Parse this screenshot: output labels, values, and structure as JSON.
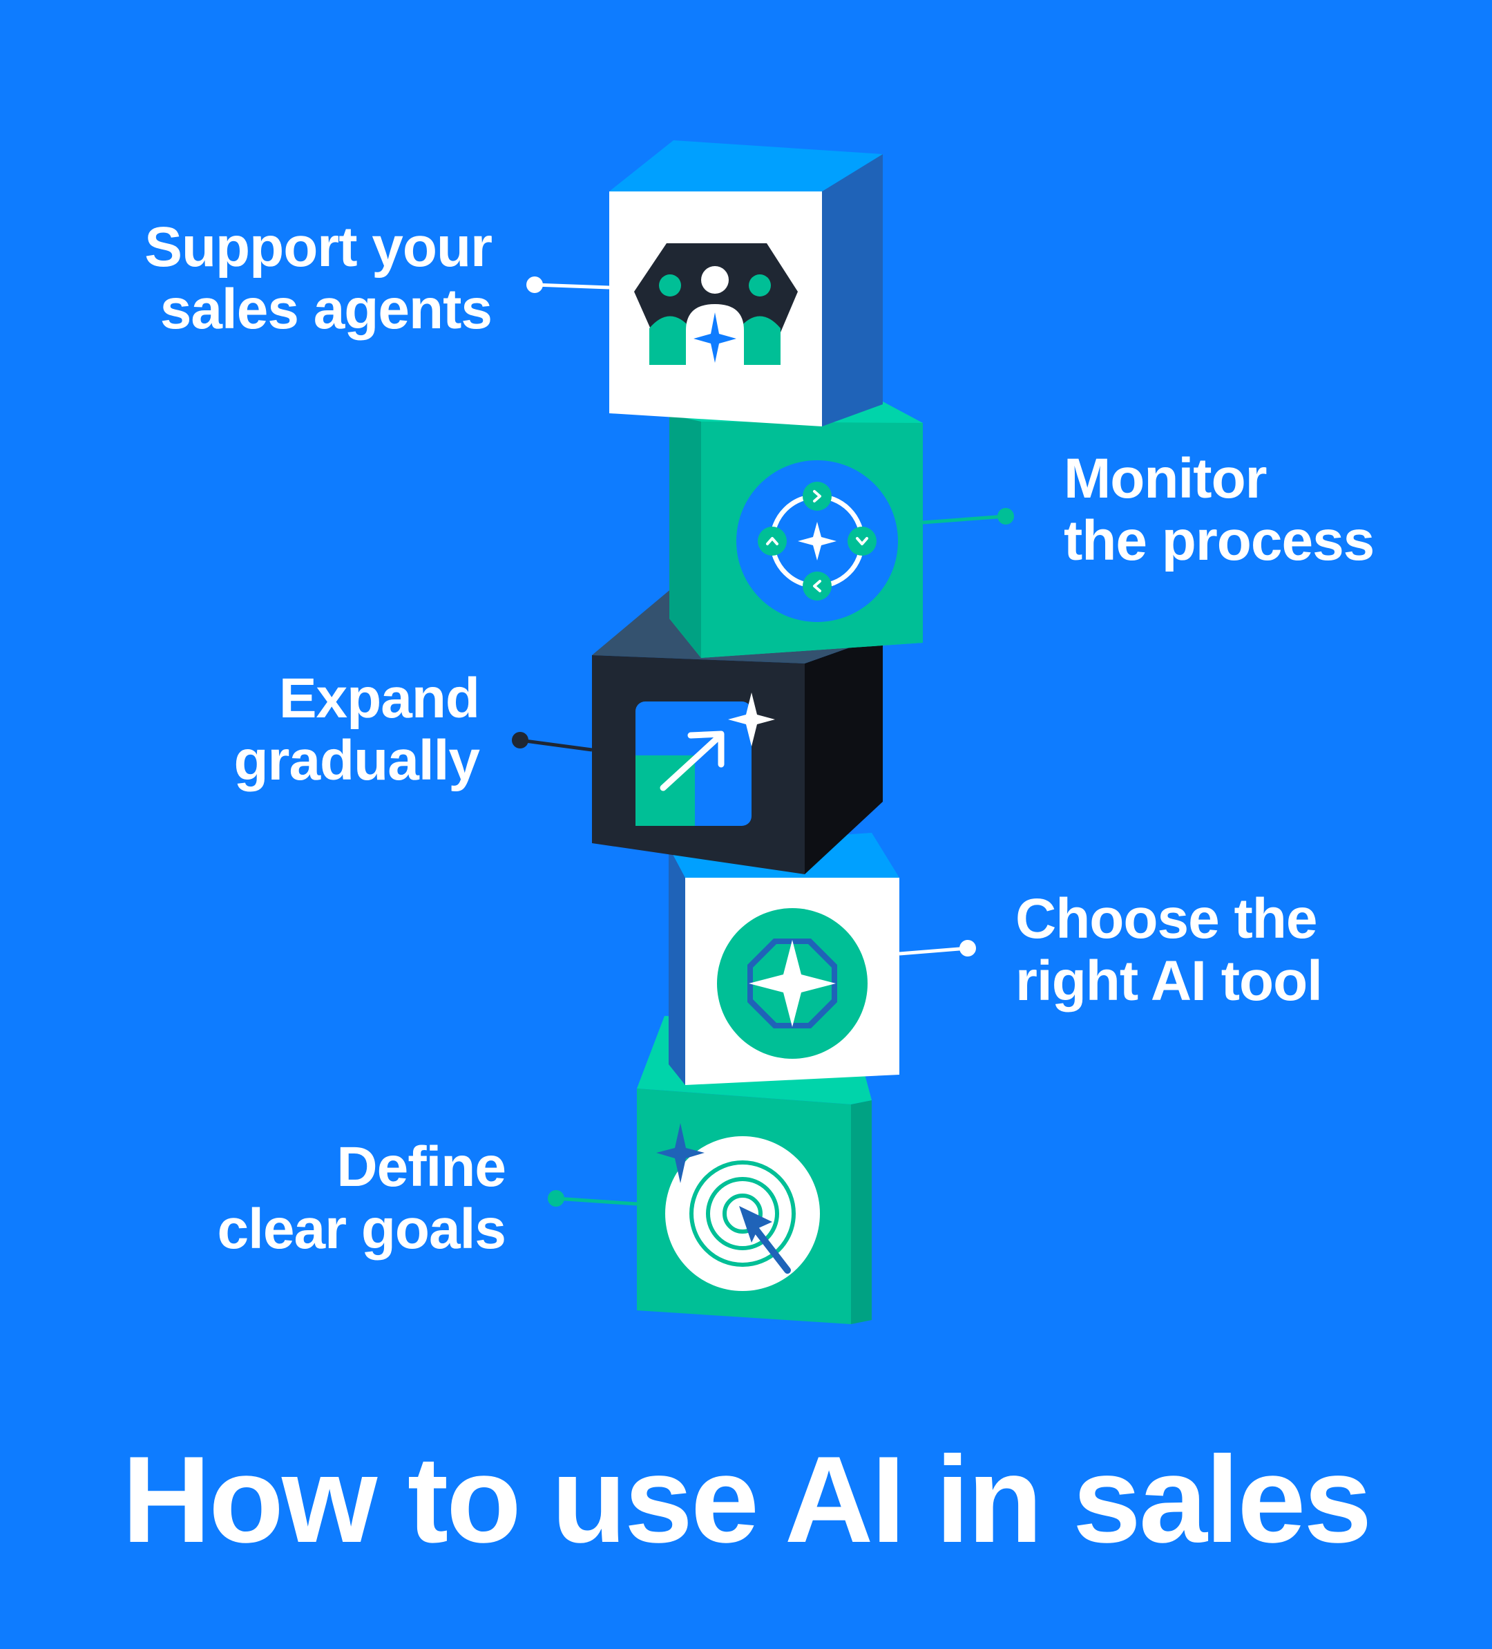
{
  "title": "How to use AI in sales",
  "steps": [
    {
      "line1": "Support your",
      "line2": "sales agents",
      "icon": "team-sparkle-icon"
    },
    {
      "line1": "Monitor",
      "line2": "the process",
      "icon": "crosshair-sparkle-icon"
    },
    {
      "line1": "Expand",
      "line2": "gradually",
      "icon": "growth-arrow-icon"
    },
    {
      "line1": "Choose the",
      "line2": "right AI tool",
      "icon": "sparkle-badge-icon"
    },
    {
      "line1": "Define",
      "line2": "clear goals",
      "icon": "target-cursor-icon"
    }
  ],
  "colors": {
    "background": "#0e7cff",
    "white": "#ffffff",
    "green": "#00bf96",
    "green_light": "#00d4aa",
    "green_dark": "#00a283",
    "navy": "#1f2733",
    "blue_side": "#1f63b8",
    "blue_top": "#00a0ff"
  }
}
